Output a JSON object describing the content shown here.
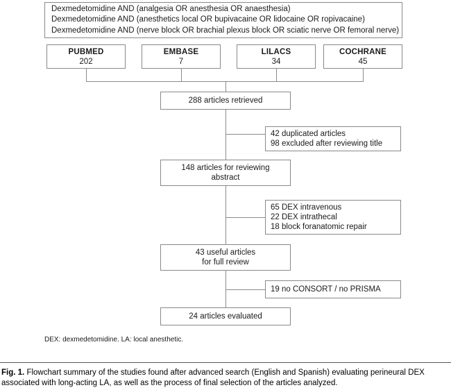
{
  "figure": {
    "search_query": {
      "lines": [
        "Dexmedetomidine AND (analgesia OR anesthesia OR anaesthesia)",
        "Dexmedetomidine AND (anesthetics local OR bupivacaine OR lidocaine OR ropivacaine)",
        "Dexmedetomidine AND (nerve block OR brachial plexus block OR sciatic nerve OR femoral nerve)"
      ]
    },
    "databases": [
      {
        "name": "PUBMED",
        "count": "202"
      },
      {
        "name": "EMBASE",
        "count": "7"
      },
      {
        "name": "LILACS",
        "count": "34"
      },
      {
        "name": "COCHRANE",
        "count": "45"
      }
    ],
    "main_stages": [
      {
        "lines": [
          "288 articles retrieved"
        ]
      },
      {
        "lines": [
          "148 articles for reviewing",
          "abstract"
        ]
      },
      {
        "lines": [
          "43 useful articles",
          "for full review"
        ]
      },
      {
        "lines": [
          "24 articles evaluated"
        ]
      }
    ],
    "exclusions": [
      {
        "lines": [
          "42 duplicated articles",
          "98 excluded after reviewing title"
        ]
      },
      {
        "lines": [
          "65 DEX intravenous",
          "22 DEX intrathecal",
          "18 block foranatomic repair"
        ]
      },
      {
        "lines": [
          "19 no CONSORT / no PRISMA"
        ]
      }
    ],
    "footnote": "DEX: dexmedetomidine. LA: local anesthetic.",
    "caption": {
      "label": "Fig. 1.",
      "text": "Flowchart summary of the studies found after advanced search (English and Spanish) evaluating perineural DEX associated with long-acting LA, as well as the process of final selection of the articles analyzed."
    },
    "colors": {
      "box_border": "#888888",
      "connector": "#8a8a8a",
      "text": "#1a1a1a",
      "rule": "#555555"
    }
  }
}
